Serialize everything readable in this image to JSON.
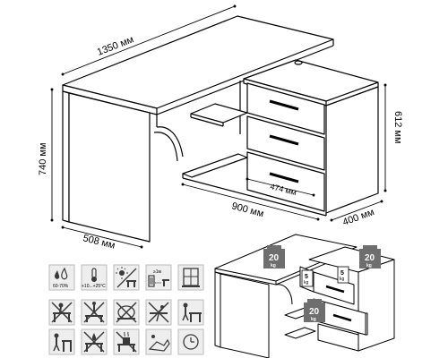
{
  "dimensions": {
    "top_width": "1350 мм",
    "height": "740 мм",
    "depth": "508 мм",
    "cabinet_height": "612 мм",
    "cabinet_width": "900 мм",
    "cabinet_depth": "400 мм",
    "drawer_width": "474 мм"
  },
  "care_icons": {
    "humidity": "60-70%",
    "temperature": "+10...+25°C",
    "distance": "≥1м"
  },
  "load_limits": {
    "top_left": {
      "value": "20",
      "unit": "kg"
    },
    "top_right": {
      "value": "20",
      "unit": "kg"
    },
    "shelf": {
      "value": "20",
      "unit": "kg"
    },
    "drawer_1": {
      "value": "5",
      "unit": "kg"
    },
    "drawer_2": {
      "value": "5",
      "unit": "kg"
    }
  },
  "colors": {
    "line": "#000000",
    "weight_block": "#6e6e6e",
    "icon_fill": "#3a3a3a",
    "icon_bg": "#eeeeee"
  }
}
